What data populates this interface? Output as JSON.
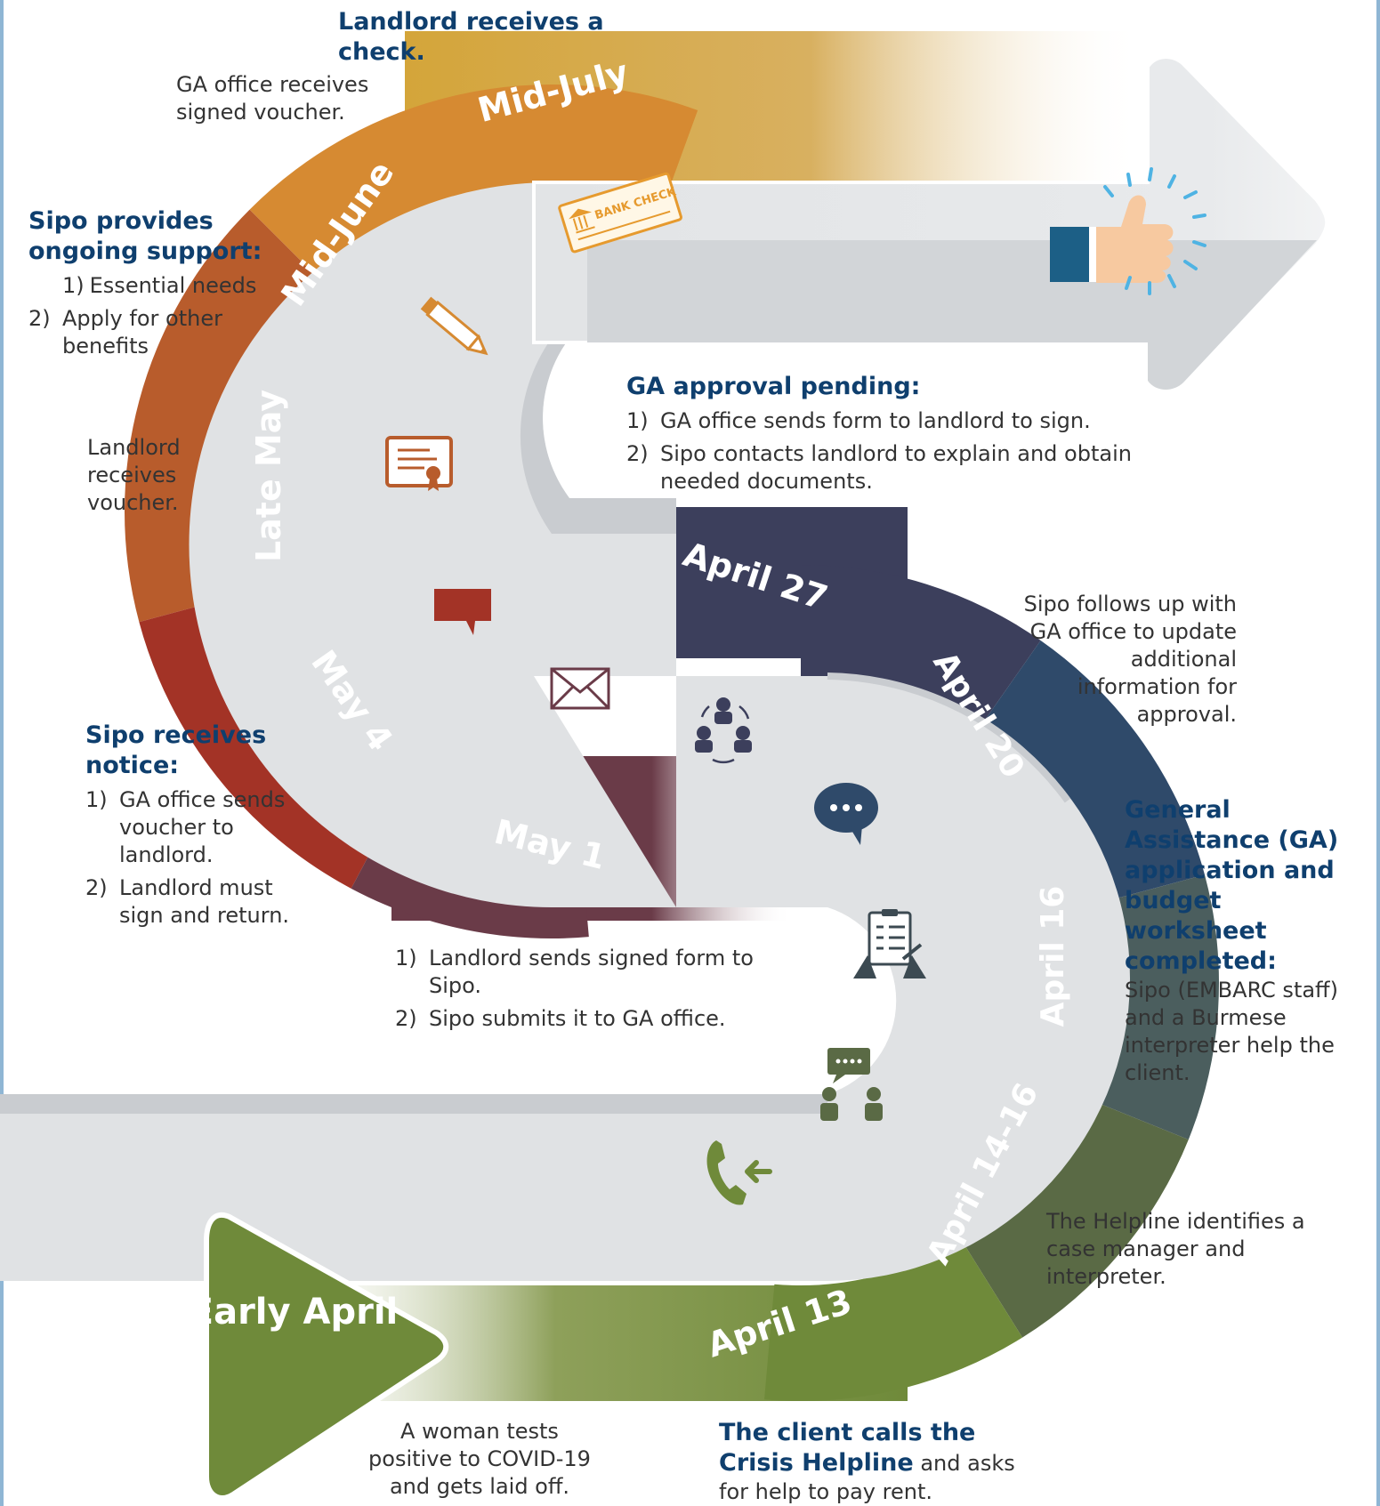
{
  "segments": [
    {
      "key": "early_april",
      "label": "Early April",
      "color": "#6f8a3a"
    },
    {
      "key": "april13",
      "label": "April 13",
      "color": "#6f8a3a"
    },
    {
      "key": "april14_16",
      "label": "April 14-16",
      "color": "#5a6a45"
    },
    {
      "key": "april16",
      "label": "April 16",
      "color": "#4b5e5e"
    },
    {
      "key": "april20",
      "label": "April 20",
      "color": "#2f4a6a"
    },
    {
      "key": "april27",
      "label": "April 27",
      "color": "#3c3f5c"
    },
    {
      "key": "may1",
      "label": "May 1",
      "color": "#6a3b48"
    },
    {
      "key": "may4",
      "label": "May 4",
      "color": "#a33326"
    },
    {
      "key": "late_may",
      "label": "Late May",
      "color": "#b85c2c"
    },
    {
      "key": "mid_june",
      "label": "Mid-June",
      "color": "#d68a32"
    },
    {
      "key": "mid_july",
      "label": "Mid-July",
      "color": "#d4a53a"
    }
  ],
  "notes": {
    "early_april": "A woman tests positive to COVID-19 and gets laid off.",
    "april13": {
      "head": "The client calls the Crisis Helpline",
      "tail": " and asks for help to pay rent."
    },
    "april14_16": "The Helpline identifies a case manager and interpreter.",
    "april16": {
      "head": "General Assistance (GA) application and budget worksheet completed:",
      "body": "Sipo (EMBARC staff) and a Burmese interpreter help the client."
    },
    "april20": "Sipo follows up with GA office to update additional information for approval.",
    "april27": {
      "head": "GA approval pending:",
      "items": [
        {
          "n": "1)",
          "t": "GA office sends form to landlord to sign."
        },
        {
          "n": "2)",
          "t": "Sipo contacts landlord to explain and obtain needed documents."
        }
      ]
    },
    "may1": {
      "items": [
        {
          "n": "1)",
          "t": "Landlord sends signed form to Sipo."
        },
        {
          "n": "2)",
          "t": "Sipo submits it to GA office."
        }
      ]
    },
    "may4": {
      "head": "Sipo receives notice:",
      "items": [
        {
          "n": "1)",
          "t": "GA office sends voucher to landlord."
        },
        {
          "n": "2)",
          "t": "Landlord must sign and return."
        }
      ]
    },
    "late_may": "Landlord receives voucher.",
    "mid_june": {
      "head": "Sipo provides ongoing support:",
      "items": [
        {
          "n": "1)",
          "t": "Essential needs"
        },
        {
          "n": "2)",
          "t": "Apply for other benefits"
        }
      ]
    },
    "mid_june_top": "GA office receives signed voucher.",
    "mid_july": "Landlord receives a check."
  },
  "check_text": "BANK CHECK",
  "icons": [
    "phone-icon",
    "conversation-icon",
    "clipboard-icon",
    "speech-bubble-icon",
    "team-cycle-icon",
    "envelope-icon",
    "chat-icon",
    "certificate-icon",
    "pencil-icon",
    "bank-check-icon",
    "thumbs-up-icon"
  ],
  "colors": {
    "heading": "#0f3f6e",
    "road": "#e2e4e6",
    "road_shadow": "#c7cacd",
    "frame": "#8fb6d4"
  }
}
